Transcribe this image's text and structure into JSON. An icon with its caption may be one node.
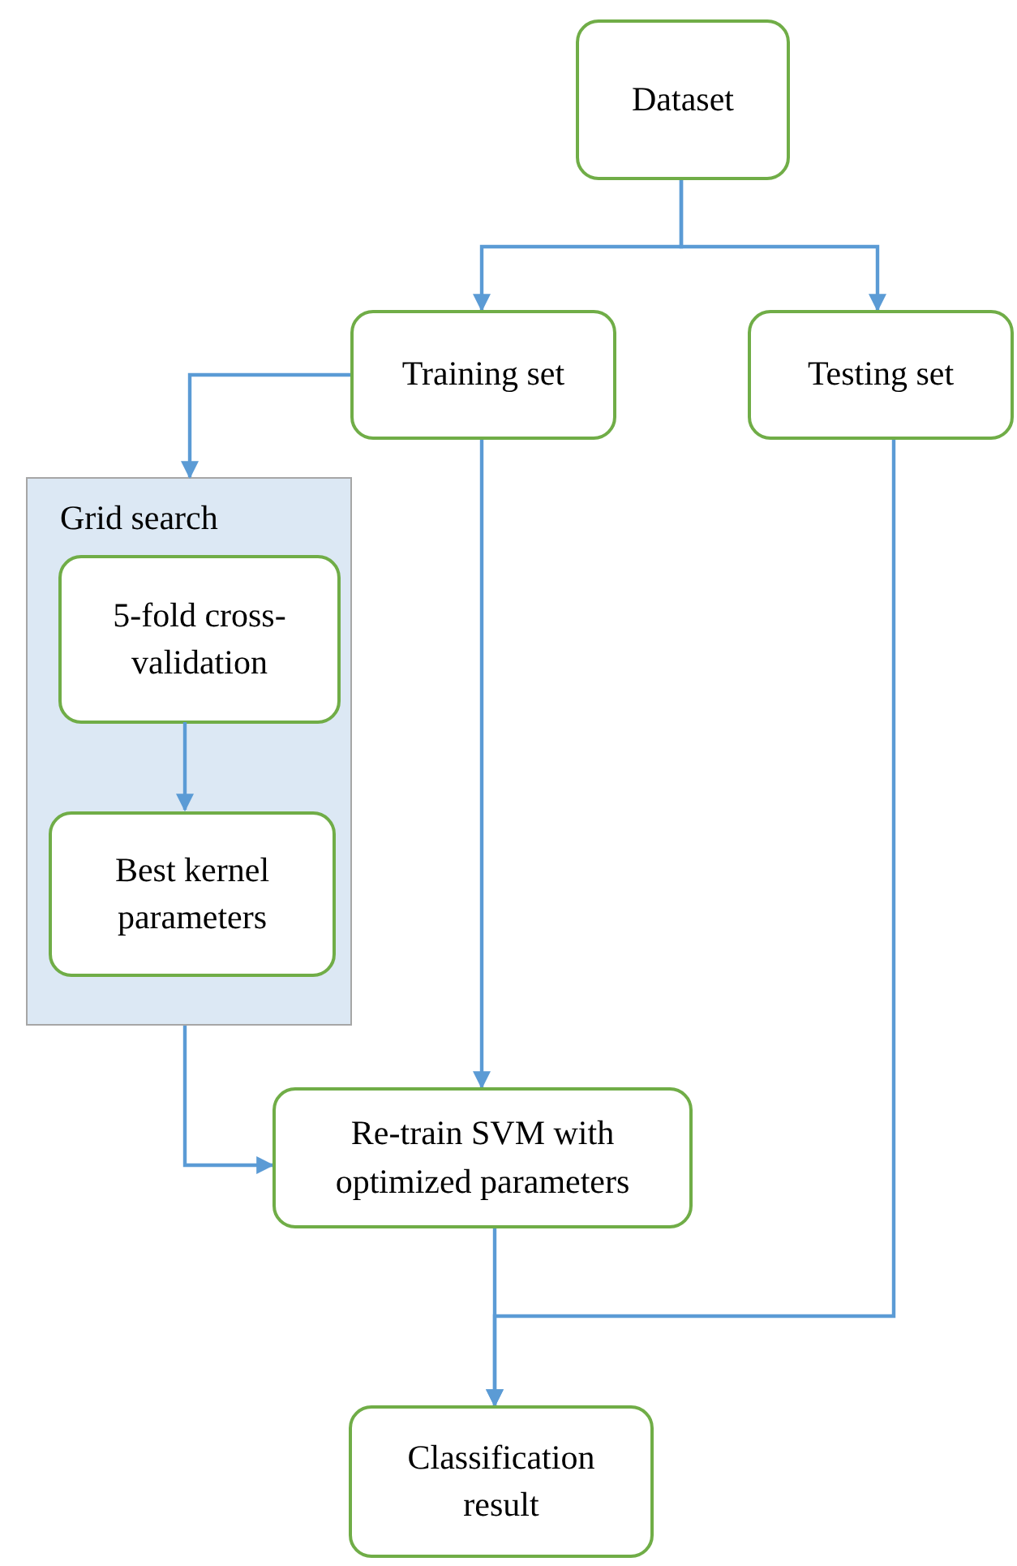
{
  "diagram": {
    "nodes": [
      {
        "text": [
          "Dataset"
        ]
      },
      {
        "text": [
          "Training set"
        ]
      },
      {
        "text": [
          "Testing set"
        ]
      },
      {
        "text": [
          "Grid search"
        ]
      },
      {
        "text": [
          "5-fold cross-validation"
        ],
        "in": 3
      },
      {
        "text": [
          "Best kernel parameters"
        ],
        "in": 3
      },
      {
        "text": [
          "Re-train SVM with optimized parameters"
        ]
      },
      {
        "text": [
          "Classification result"
        ]
      }
    ],
    "edges": [
      {
        "from": 0,
        "to": 1,
        "arrow": "to"
      },
      {
        "from": 0,
        "to": 2,
        "arrow": "to"
      },
      {
        "from": 1,
        "to": 3,
        "arrow": "to"
      },
      {
        "from": 4,
        "to": 5,
        "arrow": "to"
      },
      {
        "from": 1,
        "to": 6,
        "arrow": "to"
      },
      {
        "from": 3,
        "to": 6,
        "arrow": "to"
      },
      {
        "from": 6,
        "to": 7,
        "arrow": "to"
      },
      {
        "from": 2,
        "to": 7,
        "arrow": "to"
      }
    ]
  }
}
